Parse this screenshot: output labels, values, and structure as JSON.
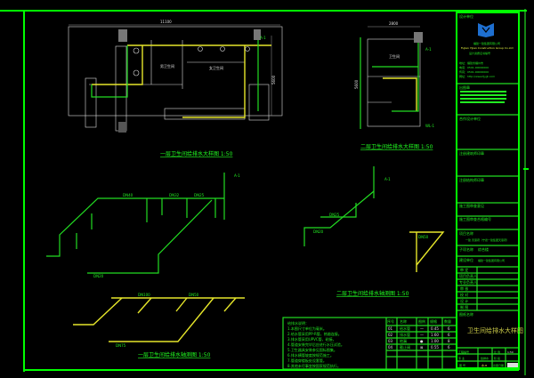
{
  "drawing": {
    "plan1_title": "一层卫生间给排水大样图 1:50",
    "plan2_title": "二层卫生间给排水大样图 1:50",
    "axon1_title": "一层卫生间给排水轴测图 1:50",
    "axon2_title": "二层卫生间给排水轴测图 1:50",
    "dims": {
      "plan1_width": "11100",
      "plan2_width": "2800",
      "plan2_height": "5600",
      "plan1_height": "5600"
    },
    "labels": {
      "riser": "A-1",
      "riser2": "WL-1",
      "dn40": "DN40",
      "dn32": "DN32",
      "dn25": "DN25",
      "dn20": "DN20",
      "dn50": "DN50",
      "dn100": "DN100",
      "dn75": "DN75",
      "room1": "男卫生间",
      "room2": "女卫生间",
      "room3": "卫生间"
    }
  },
  "notes": {
    "heading": "给排水说明：",
    "lines": [
      "1.本图尺寸单位为毫米。",
      "2.给水管采用PP-R管，热熔连接。",
      "3.排水管采用UPVC管，粘接。",
      "4.管道安装完毕后应进行水压试验。",
      "5.卫生器具安装参见国标图集。",
      "6.排水横管坡度按规范施工。",
      "7.管道穿楼板处设套管。",
      "8.其他未尽事宜按国家规范执行。"
    ],
    "table_headers": [
      "序号",
      "名称",
      "图例",
      "规格",
      "数量"
    ],
    "table_rows": [
      [
        "01",
        "给水管",
        "—",
        "0.45",
        "6"
      ],
      [
        "02",
        "排水管",
        "—",
        "1.60",
        "6"
      ],
      [
        "03",
        "地漏",
        "●",
        "1.00",
        "8"
      ],
      [
        "04",
        "截止阀",
        "⊠",
        "0.55",
        "6"
      ]
    ]
  },
  "title_block": {
    "company_label": "设计单位",
    "company_name": "福建一建集团有限公司",
    "company_en": "FuJian Yijian Construction Group Co.Ltd",
    "cert": "设计资质证书编号",
    "address": "地址：福建省福州市",
    "tel": "电话：0591-00000000",
    "fax": "传真：0591-00000000",
    "web": "网址：http://www.fjyjjt.com",
    "seal_label": "出图章",
    "field1": "合作设计单位",
    "field2": "注册建筑师印章",
    "field3": "注册结构师印章",
    "field4": "施工图审查意见",
    "field5": "施工图审查合格编号",
    "project_label": "项目名称",
    "project_name": "一建·天恩府（宁德一建集团天恩府）",
    "subitem_label": "子项名称",
    "subitem_name": "综合楼",
    "client_label": "建设单位",
    "client_name": "福建一建集团有限公司",
    "roles": [
      "审 定",
      "项目负责人",
      "专业负责人",
      "审 核",
      "校 对",
      "设 计",
      "制 图"
    ],
    "drawing_name_label": "图纸名称",
    "drawing_name": "卫生间给排水大样图",
    "project_no_label": "工程编号",
    "scale_label": "比 例",
    "scale": "1:50",
    "discipline_label": "专 业",
    "discipline": "给排水",
    "stage_label": "阶 段",
    "sheet_label": "图 号",
    "sheet_no": "水-8",
    "date_label": "出图日期",
    "accent": "#00ff00"
  }
}
